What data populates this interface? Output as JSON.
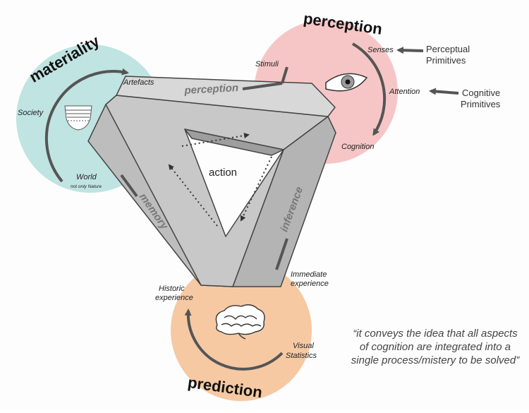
{
  "colors": {
    "materiality_circle": "#bfe4e2",
    "perception_circle": "#f6c6c6",
    "prediction_circle": "#f6c9a3",
    "triangle_fill": "#c8c8c8",
    "triangle_stroke": "#444444",
    "arrow": "#555555"
  },
  "triangle": {
    "top_label": "perception",
    "left_label": "memory",
    "right_label": "inference",
    "center_label": "action"
  },
  "materiality": {
    "title": "materiality",
    "artefacts": "Artefacts",
    "society": "Society",
    "world": "World",
    "world_note": "not only Nature",
    "icon": "ceramic-vessel-icon"
  },
  "perception": {
    "title": "perception",
    "stimuli": "Stimuli",
    "senses": "Senses",
    "attention": "Attention",
    "cognition": "Cognition",
    "perceptual_primitives_1": "Perceptual",
    "perceptual_primitives_2": "Primitives",
    "cognitive_primitives_1": "Cognitive",
    "cognitive_primitives_2": "Primitives",
    "icon": "eye-icon"
  },
  "prediction": {
    "title": "prediction",
    "immediate_1": "Immediate",
    "immediate_2": "experience",
    "historic_1": "Historic",
    "historic_2": "experience",
    "visual_1": "Visual",
    "visual_2": "Statistics",
    "icon": "brain-icon"
  },
  "quote": "“it conveys the idea that all aspects of cognition are integrated into a single process/mistery to be solved”"
}
